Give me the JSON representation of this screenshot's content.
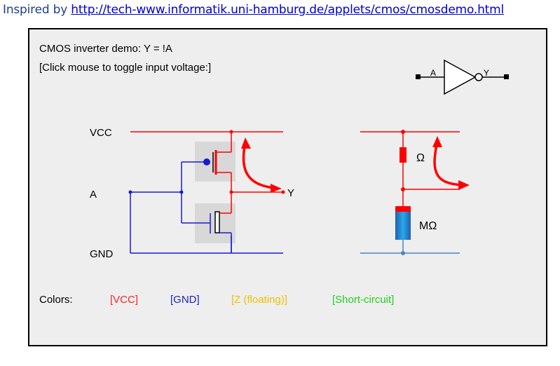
{
  "header": {
    "prefix": "Inspired by ",
    "link": "http://tech-www.informatik.uni-hamburg.de/applets/cmos/cmosdemo.html"
  },
  "applet": {
    "title": "CMOS inverter demo:  Y = !A",
    "instruction": "[Click mouse to toggle input voltage:]",
    "labels": {
      "vcc": "VCC",
      "a": "A",
      "gnd": "GND",
      "y": "Y",
      "gate_in": "A",
      "gate_out": "Y",
      "ohm": "Ω",
      "megaohm": "MΩ"
    },
    "legend": {
      "label": "Colors:",
      "items": [
        {
          "text": "[VCC]",
          "color": "#ff2020"
        },
        {
          "text": "[GND]",
          "color": "#2020c0"
        },
        {
          "text": "[Z (floating)]",
          "color": "#f0c000"
        },
        {
          "text": "[Short-circuit]",
          "color": "#20d020"
        }
      ]
    }
  },
  "colors": {
    "vcc": "#ff0000",
    "gnd": "#1a1ad0",
    "gnd_light": "#4a86c8",
    "transistor_bg": "#d8d8d8"
  }
}
